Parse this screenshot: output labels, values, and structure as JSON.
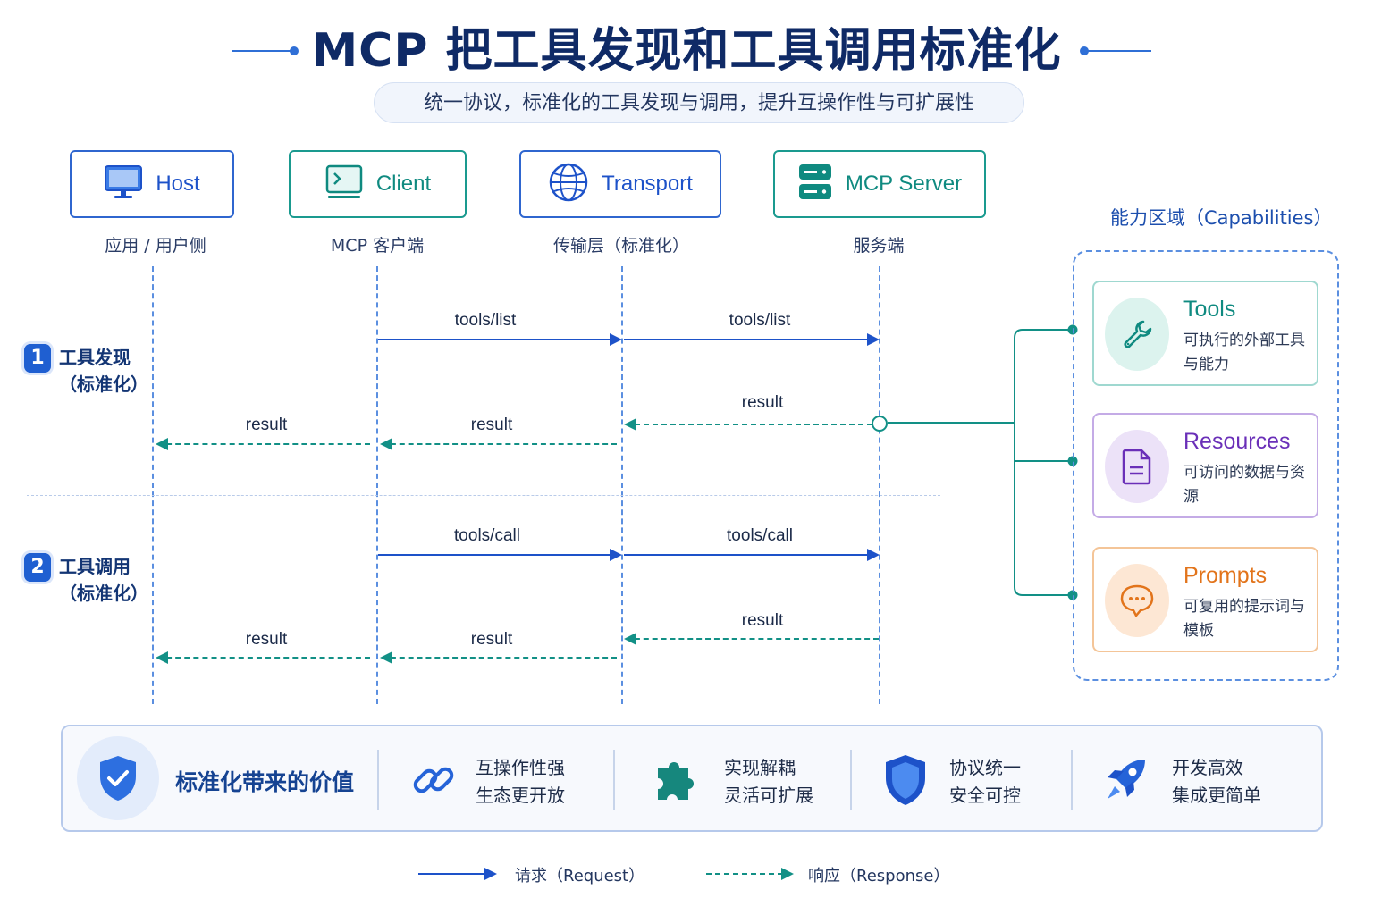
{
  "title": "MCP 把工具发现和工具调用标准化",
  "subtitle": "统一协议，标准化的工具发现与调用，提升互操作性与可扩展性",
  "participants": [
    {
      "label": "Host",
      "sub": "应用 / 用户侧",
      "icon": "monitor-icon",
      "color": "#1d52c9"
    },
    {
      "label": "Client",
      "sub": "MCP 客户端",
      "icon": "terminal-icon",
      "color": "#0f8a80"
    },
    {
      "label": "Transport",
      "sub": "传输层（标准化）",
      "icon": "globe-icon",
      "color": "#1d52c9"
    },
    {
      "label": "MCP Server",
      "sub": "服务端",
      "icon": "server-icon",
      "color": "#0f8a80"
    }
  ],
  "steps": [
    {
      "num": "1",
      "line1": "工具发现",
      "line2": "（标准化）",
      "messages": {
        "req1": "tools/list",
        "req2": "tools/list",
        "res_server": "result",
        "res_transport": "result",
        "res_client": "result"
      }
    },
    {
      "num": "2",
      "line1": "工具调用",
      "line2": "（标准化）",
      "messages": {
        "req1": "tools/call",
        "req2": "tools/call",
        "res_server": "result",
        "res_transport": "result",
        "res_client": "result"
      }
    }
  ],
  "capabilities": {
    "title": "能力区域（Capabilities）",
    "items": [
      {
        "name": "Tools",
        "desc": "可执行的外部工具与能力",
        "icon": "wrench-icon",
        "color": "#0f8a80"
      },
      {
        "name": "Resources",
        "desc": "可访问的数据与资源",
        "icon": "document-icon",
        "color": "#6a2fb8"
      },
      {
        "name": "Prompts",
        "desc": "可复用的提示词与模板",
        "icon": "chat-bubble-icon",
        "color": "#e2741b"
      }
    ]
  },
  "values": {
    "title": "标准化带来的价值",
    "icon": "shield-check-icon",
    "items": [
      {
        "line1": "互操作性强",
        "line2": "生态更开放",
        "icon": "link-icon"
      },
      {
        "line1": "实现解耦",
        "line2": "灵活可扩展",
        "icon": "puzzle-icon"
      },
      {
        "line1": "协议统一",
        "line2": "安全可控",
        "icon": "shield-icon"
      },
      {
        "line1": "开发高效",
        "line2": "集成更简单",
        "icon": "rocket-icon"
      }
    ]
  },
  "legend": {
    "request": "请求（Request）",
    "response": "响应（Response）"
  },
  "colors": {
    "request": "#1d52c9",
    "response": "#129086",
    "title": "#0f2a66"
  }
}
